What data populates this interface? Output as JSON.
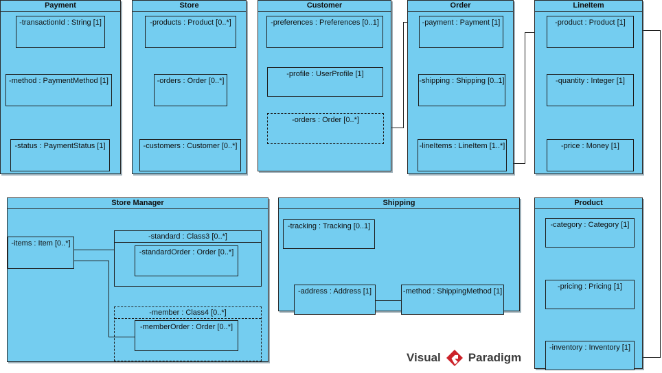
{
  "diagram": {
    "type": "uml-class-diagram",
    "background": "#ffffff",
    "fill_color": "#74cdf0",
    "line_color": "#1d1d1d",
    "classes": [
      {
        "id": "payment",
        "name": "Payment",
        "attributes": [
          "-transactionId : String [1]",
          "-method : PaymentMethod [1]",
          "-status : PaymentStatus [1]"
        ]
      },
      {
        "id": "store",
        "name": "Store",
        "attributes": [
          "-products : Product [0..*]",
          "-orders : Order [0..*]",
          "-customers : Customer [0..*]"
        ]
      },
      {
        "id": "customer",
        "name": "Customer",
        "attributes": [
          "-preferences : Preferences [0..1]",
          "-profile : UserProfile [1]",
          "-orders : Order [0..*]"
        ]
      },
      {
        "id": "order",
        "name": "Order",
        "attributes": [
          "-payment : Payment [1]",
          "-shipping : Shipping [0..1]",
          "-lineItems : LineItem [1..*]"
        ]
      },
      {
        "id": "lineitem",
        "name": "LineItem",
        "attributes": [
          "-product : Product [1]",
          "-quantity : Integer [1]",
          "-price : Money [1]"
        ]
      },
      {
        "id": "store-manager",
        "name": "Store Manager",
        "attributes": [
          "-items : Item [0..*]",
          "-standard : Class3 [0..*]",
          "-standardOrder : Order [0..*]",
          "-member : Class4 [0..*]",
          "-memberOrder : Order [0..*]"
        ]
      },
      {
        "id": "shipping",
        "name": "Shipping",
        "attributes": [
          "-tracking : Tracking [0..1]",
          "-address : Address [1]",
          "-method : ShippingMethod [1]"
        ]
      },
      {
        "id": "product",
        "name": "Product",
        "attributes": [
          "-category : Category [1]",
          "-pricing : Pricing [1]",
          "-inventory : Inventory [1]"
        ]
      }
    ]
  },
  "payment": {
    "title": "Payment",
    "attr_transaction_id": "-transactionId : String [1]",
    "attr_method": "-method : PaymentMethod [1]",
    "attr_status": "-status : PaymentStatus [1]"
  },
  "store": {
    "title": "Store",
    "attr_products": "-products : Product [0..*]",
    "attr_orders": "-orders : Order [0..*]",
    "attr_customers": "-customers : Customer [0..*]"
  },
  "customer": {
    "title": "Customer",
    "attr_preferences": "-preferences : Preferences [0..1]",
    "attr_profile": "-profile : UserProfile [1]",
    "attr_orders": "-orders : Order [0..*]"
  },
  "order": {
    "title": "Order",
    "attr_payment": "-payment : Payment [1]",
    "attr_shipping": "-shipping : Shipping [0..1]",
    "attr_line_items": "-lineItems : LineItem [1..*]"
  },
  "lineitem": {
    "title": "LineItem",
    "attr_product": "-product : Product [1]",
    "attr_quantity": "-quantity : Integer [1]",
    "attr_price": "-price : Money [1]"
  },
  "store_manager": {
    "title": "Store Manager",
    "attr_items": "-items : Item [0..*]",
    "part_standard": "-standard : Class3 [0..*]",
    "attr_standard_order": "-standardOrder : Order [0..*]",
    "part_member": "-member : Class4 [0..*]",
    "attr_member_order": "-memberOrder : Order [0..*]"
  },
  "shipping": {
    "title": "Shipping",
    "attr_tracking": "-tracking : Tracking [0..1]",
    "attr_address": "-address : Address [1]",
    "attr_method": "-method : ShippingMethod [1]"
  },
  "product": {
    "title": "Product",
    "attr_category": "-category : Category [1]",
    "attr_pricing": "-pricing : Pricing [1]",
    "attr_inventory": "-inventory : Inventory [1]"
  },
  "logo": {
    "word_left": "Visual",
    "word_right": "Paradigm",
    "mark_color": "#cc2229",
    "text_color": "#3b3b3b"
  }
}
